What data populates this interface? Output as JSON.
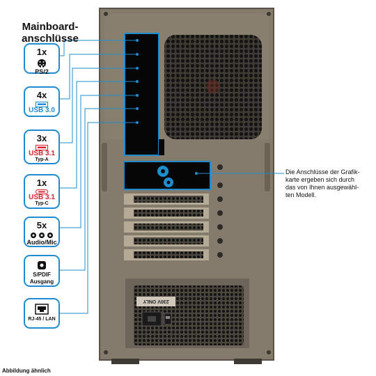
{
  "heading": "Mainboard-\nanschlüsse",
  "badges": [
    {
      "count": "1x",
      "label": "PS/2",
      "icon": "ps2-icon"
    },
    {
      "count": "4x",
      "label": "USB 3.0",
      "icon": "usb-a-icon"
    },
    {
      "count": "3x",
      "label": "USB 3.1",
      "sub": "Typ-A",
      "icon": "usb-a-red-icon"
    },
    {
      "count": "1x",
      "label": "USB 3.1",
      "sub": "Typ-C",
      "icon": "usb-c-icon"
    },
    {
      "count": "5x",
      "label": "Audio/Mic",
      "icon": "audio-jack-icon"
    },
    {
      "count": "",
      "label": "S/PDIF\nAusgang",
      "icon": "spdif-icon"
    },
    {
      "count": "",
      "label": "RJ-45 / LAN",
      "icon": "ethernet-icon"
    }
  ],
  "graphics_note": "Die Anschlüsse der Grafik-\nkarte ergeben sich durch\ndas von Ihnen ausgewähl-\nten Modell.",
  "psu_label": "230V ONLY",
  "footer": "Abbildung ähnlich",
  "colors": {
    "accent": "#1e8cd0",
    "red": "#d9232e",
    "case": "#857b6c"
  }
}
